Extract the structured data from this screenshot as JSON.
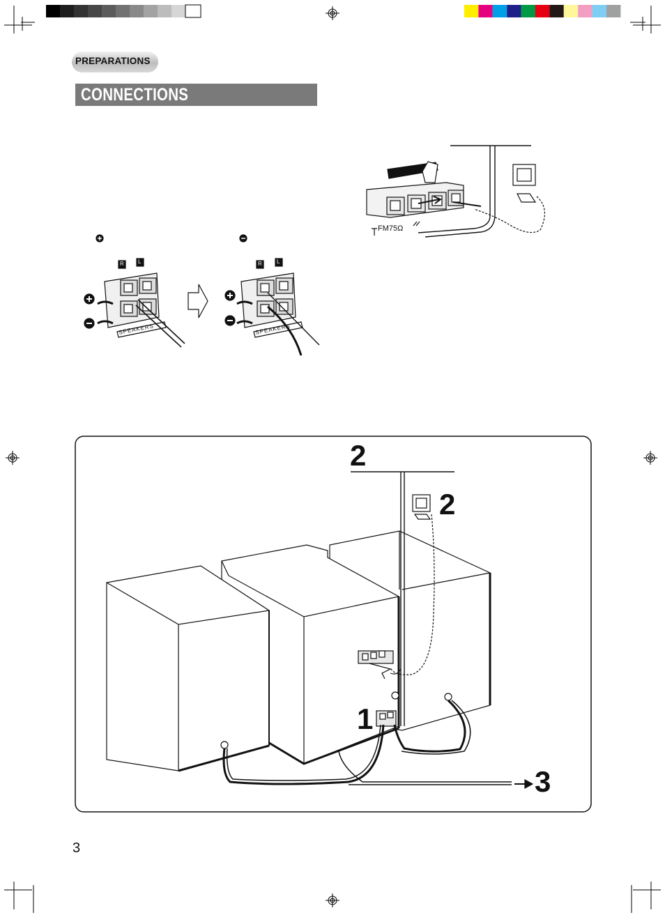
{
  "header": {
    "section": "PREPARATIONS",
    "title": "CONNECTIONS"
  },
  "speaker_terminal": {
    "plus_symbol": "⊕",
    "minus_symbol": "⊖",
    "channel_r": "R",
    "channel_l": "L",
    "terminal_text": "SPEAKERS"
  },
  "antenna": {
    "fm_label": "FM75Ω"
  },
  "main_diagram": {
    "step_1": "1",
    "step_2_fm": "2",
    "step_2_am": "2",
    "step_3": "3"
  },
  "colors": {
    "title_bar": "#7a7a7a",
    "color_bar": [
      "#ffee00",
      "#e5007e",
      "#00a0e9",
      "#1d2088",
      "#009944",
      "#e60012",
      "#231815",
      "#fff799",
      "#f19ec2",
      "#7ecef4",
      "#9fa0a0"
    ]
  },
  "footer": {
    "page_number": "3"
  }
}
